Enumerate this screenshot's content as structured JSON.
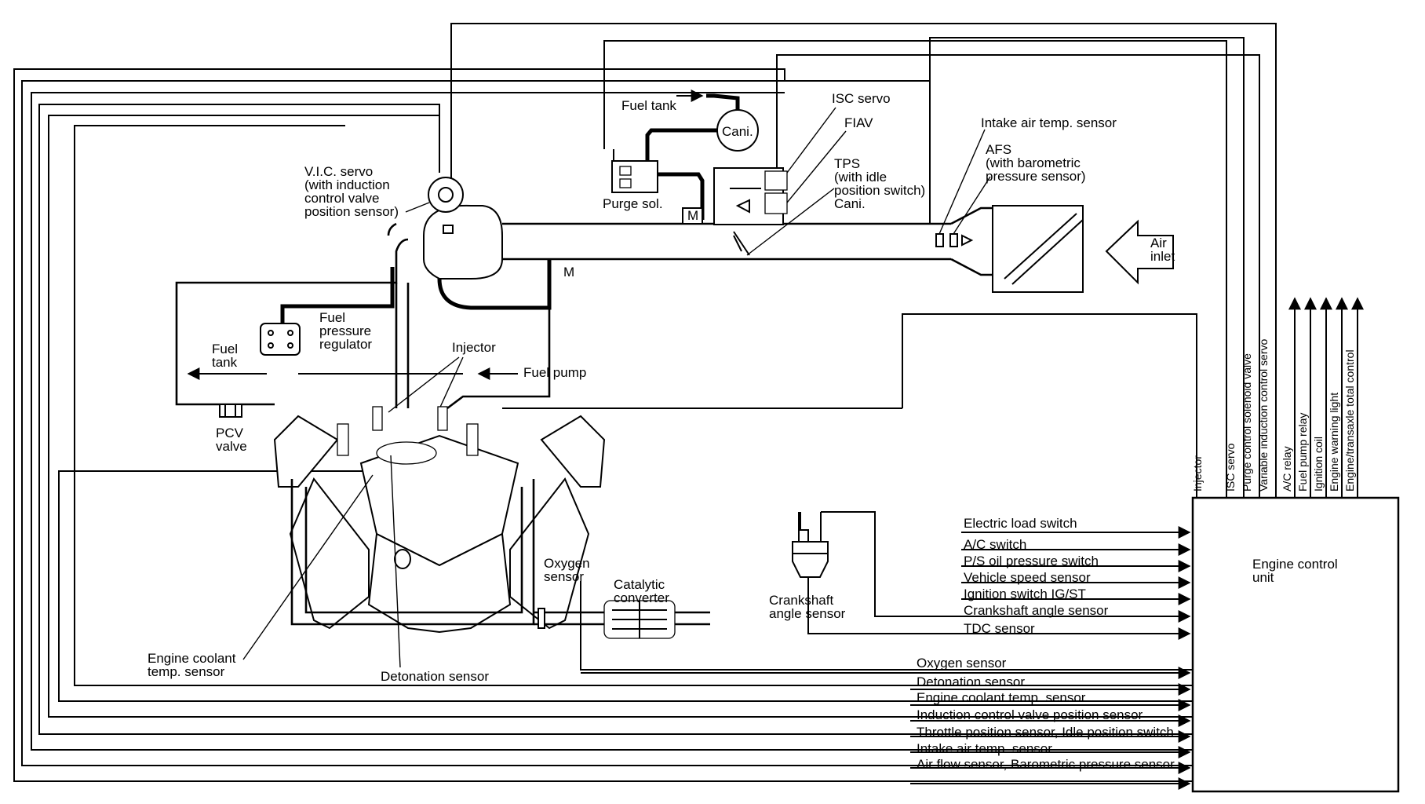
{
  "labels": {
    "vic_servo": [
      "V.I.C. servo",
      "(with induction",
      "control valve",
      "position sensor)"
    ],
    "fuel_tank_top": "Fuel tank",
    "cani_top": "Cani.",
    "purge_sol": "Purge sol.",
    "isc_servo": "ISC servo",
    "fiav": "FIAV",
    "tps": [
      "TPS",
      "(with idle",
      "position switch)",
      "Cani."
    ],
    "intake_air_temp_sensor": "Intake air temp. sensor",
    "afs": [
      "AFS",
      "(with barometric",
      "pressure sensor)"
    ],
    "air_inlet": [
      "Air",
      "inlet"
    ],
    "m_upper": "M",
    "m_lower": "M",
    "fuel_pressure_regulator": [
      "Fuel",
      "pressure",
      "regulator"
    ],
    "fuel_tank_left": [
      "Fuel",
      "tank"
    ],
    "injector": "Injector",
    "fuel_pump": "Fuel pump",
    "pcv_valve": [
      "PCV",
      "valve"
    ],
    "oxygen_sensor": [
      "Oxygen",
      "sensor"
    ],
    "catalytic_converter": [
      "Catalytic",
      "converter"
    ],
    "crankshaft_angle_sensor": [
      "Crankshaft",
      "angle sensor"
    ],
    "engine_coolant_temp_sensor": [
      "Engine coolant",
      "temp. sensor"
    ],
    "detonation_sensor": "Detonation sensor",
    "engine_control_unit": [
      "Engine control",
      "unit"
    ]
  },
  "ecu_outputs": [
    "Injector",
    "ISC servo",
    "Purge control solenoid valve",
    "Variable induction control servo",
    "A/C relay",
    "Fuel pump relay",
    "Ignition coil",
    "Engine warning light",
    "Engine/transaxle total control"
  ],
  "ecu_inputs_switches": [
    "Electric load switch",
    "A/C switch",
    "P/S oil pressure switch",
    "Vehicle speed sensor",
    "Ignition switch IG/ST",
    "Crankshaft angle sensor",
    "TDC sensor"
  ],
  "ecu_inputs_sensors": [
    "Oxygen sensor",
    "Detonation sensor",
    "Engine coolant temp. sensor",
    "Induction control valve position sensor",
    "Throttle position sensor, Idle position switch",
    "Intake air temp. sensor",
    "Air flow sensor, Barometric pressure sensor"
  ]
}
